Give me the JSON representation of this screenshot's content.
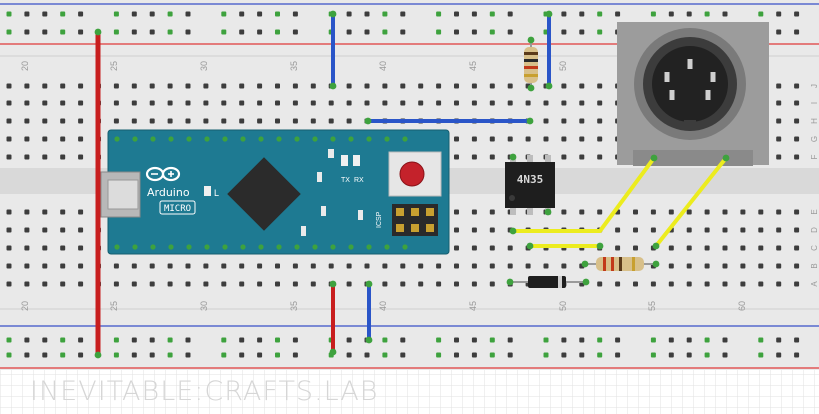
{
  "breadboard": {
    "column_labels": [
      "20",
      "25",
      "30",
      "35",
      "40",
      "45",
      "50",
      "55",
      "60"
    ],
    "row_labels_right": [
      "J",
      "I",
      "H",
      "G",
      "F",
      "E",
      "D",
      "C",
      "B",
      "A"
    ],
    "rail_colors": {
      "top": "#e03a3a",
      "bottom": "#3850c8"
    }
  },
  "arduino": {
    "brand": "Arduino",
    "model": "MICRO",
    "led_label": "L",
    "tx_label": "TX",
    "rx_label": "RX",
    "icsp_label": "ICSP",
    "color": "#1e7a92"
  },
  "optocoupler": {
    "label": "4N35"
  },
  "wires": {
    "colors": {
      "red": "#c81e1e",
      "blue": "#2a55c8",
      "yellow": "#ecec1e"
    }
  },
  "watermark": {
    "text": "INEVITABLE:CRAFTS.LAB"
  }
}
